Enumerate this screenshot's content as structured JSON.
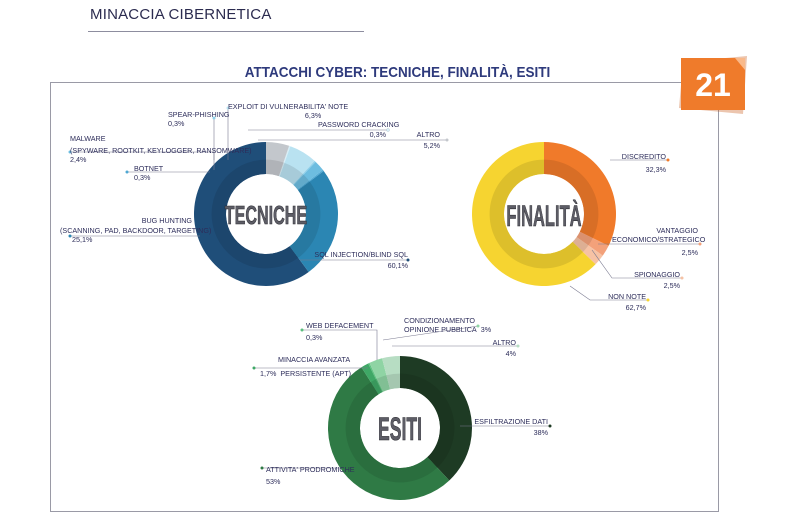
{
  "header": {
    "section_title": "MINACCIA CIBERNETICA",
    "page_number": "21"
  },
  "chart_data": [
    {
      "type": "donut",
      "title": "ATTACCHI CYBER: TECNICHE, FINALITÀ, ESITI",
      "center_label": "TECNICHE",
      "slices": [
        {
          "label": "SQL INJECTION/BLIND SQL",
          "value": 60.1,
          "value_label": "60,1%",
          "color": "#1f4e79"
        },
        {
          "label": "BUG HUNTING (SCANNING, PAD, BACKDOOR, TARGETING)",
          "value": 25.1,
          "value_label": "25,1%",
          "color": "#2b86b3"
        },
        {
          "label": "BOTNET",
          "value": 0.3,
          "value_label": "0,3%",
          "color": "#4fa8d3"
        },
        {
          "label": "MALWARE (SPYWARE, ROOTKIT, KEYLOGGER, RANSOMWARE)",
          "value": 2.4,
          "value_label": "2,4%",
          "color": "#6dbde0"
        },
        {
          "label": "SPEAR-PHISHING",
          "value": 0.3,
          "value_label": "0,3%",
          "color": "#8fd0ea"
        },
        {
          "label": "EXPLOIT DI VULNERABILITA' NOTE",
          "value": 6.3,
          "value_label": "6,3%",
          "color": "#b9e2f1"
        },
        {
          "label": "PASSWORD CRACKING",
          "value": 0.3,
          "value_label": "0,3%",
          "color": "#d6eef7"
        },
        {
          "label": "ALTRO",
          "value": 5.2,
          "value_label": "5,2%",
          "color": "#c3c7cc"
        }
      ]
    },
    {
      "type": "donut",
      "center_label": "FINALITÀ",
      "slices": [
        {
          "label": "DISCREDITO",
          "value": 32.3,
          "value_label": "32,3%",
          "color": "#f07a2a"
        },
        {
          "label": "VANTAGGIO ECONOMICO/STRATEGICO",
          "value": 2.5,
          "value_label": "2,5%",
          "color": "#f3a17a"
        },
        {
          "label": "SPIONAGGIO",
          "value": 2.5,
          "value_label": "2,5%",
          "color": "#f6c2a4"
        },
        {
          "label": "NON NOTE",
          "value": 62.7,
          "value_label": "62,7%",
          "color": "#f6d430"
        }
      ]
    },
    {
      "type": "donut",
      "center_label": "ESITI",
      "slices": [
        {
          "label": "ESFILTRAZIONE DATI",
          "value": 38,
          "value_label": "38%",
          "color": "#1e3b24"
        },
        {
          "label": "ATTIVITA' PRODROMICHE",
          "value": 53,
          "value_label": "53%",
          "color": "#2f7a45"
        },
        {
          "label": "MINACCIA AVANZATA PERSISTENTE (APT)",
          "value": 1.7,
          "value_label": "1,7%",
          "color": "#3fa866"
        },
        {
          "label": "WEB DEFACEMENT",
          "value": 0.3,
          "value_label": "0,3%",
          "color": "#5bc07e"
        },
        {
          "label": "CONDIZIONAMENTO OPINIONE PUBBLICA",
          "value": 3,
          "value_label": "3%",
          "color": "#8fd4a4"
        },
        {
          "label": "ALTRO",
          "value": 4,
          "value_label": "4%",
          "color": "#b7ddc3"
        }
      ]
    }
  ],
  "labels": {
    "t": {
      "spear": "SPEAR-PHISHING",
      "spear_v": "0,3%",
      "exploit": "EXPLOIT DI VULNERABILITA' NOTE",
      "exploit_v": "6,3%",
      "password": "PASSWORD CRACKING",
      "password_v": "0,3%",
      "altro": "ALTRO",
      "altro_v": "5,2%",
      "malware": "MALWARE",
      "malware_sub": "(SPYWARE, ROOTKIT, KEYLOGGER, RANSOMWARE)",
      "malware_v": "2,4%",
      "botnet": "BOTNET",
      "botnet_v": "0,3%",
      "bug": "BUG HUNTING",
      "bug_sub": "(SCANNING, PAD, BACKDOOR, TARGETING)",
      "bug_v": "25,1%",
      "sql": "SQL INJECTION/BLIND SQL",
      "sql_v": "60,1%"
    },
    "f": {
      "discredito": "DISCREDITO",
      "discredito_v": "32,3%",
      "vantaggio": "VANTAGGIO",
      "vantaggio_sub": "ECONOMICO/STRATEGICO",
      "vantaggio_v": "2,5%",
      "spionaggio": "SPIONAGGIO",
      "spionaggio_v": "2,5%",
      "nonnote": "NON NOTE",
      "nonnote_v": "62,7%"
    },
    "e": {
      "web": "WEB DEFACEMENT",
      "web_v": "0,3%",
      "cond": "CONDIZIONAMENTO",
      "cond_sub": "OPINIONE PUBBLICA",
      "cond_v": "3%",
      "altro": "ALTRO",
      "altro_v": "4%",
      "apt": "MINACCIA AVANZATA",
      "apt_sub": "PERSISTENTE (APT)",
      "apt_v": "1,7%",
      "esf": "ESFILTRAZIONE DATI",
      "esf_v": "38%",
      "prod": "ATTIVITA' PRODROMICHE",
      "prod_v": "53%"
    }
  }
}
